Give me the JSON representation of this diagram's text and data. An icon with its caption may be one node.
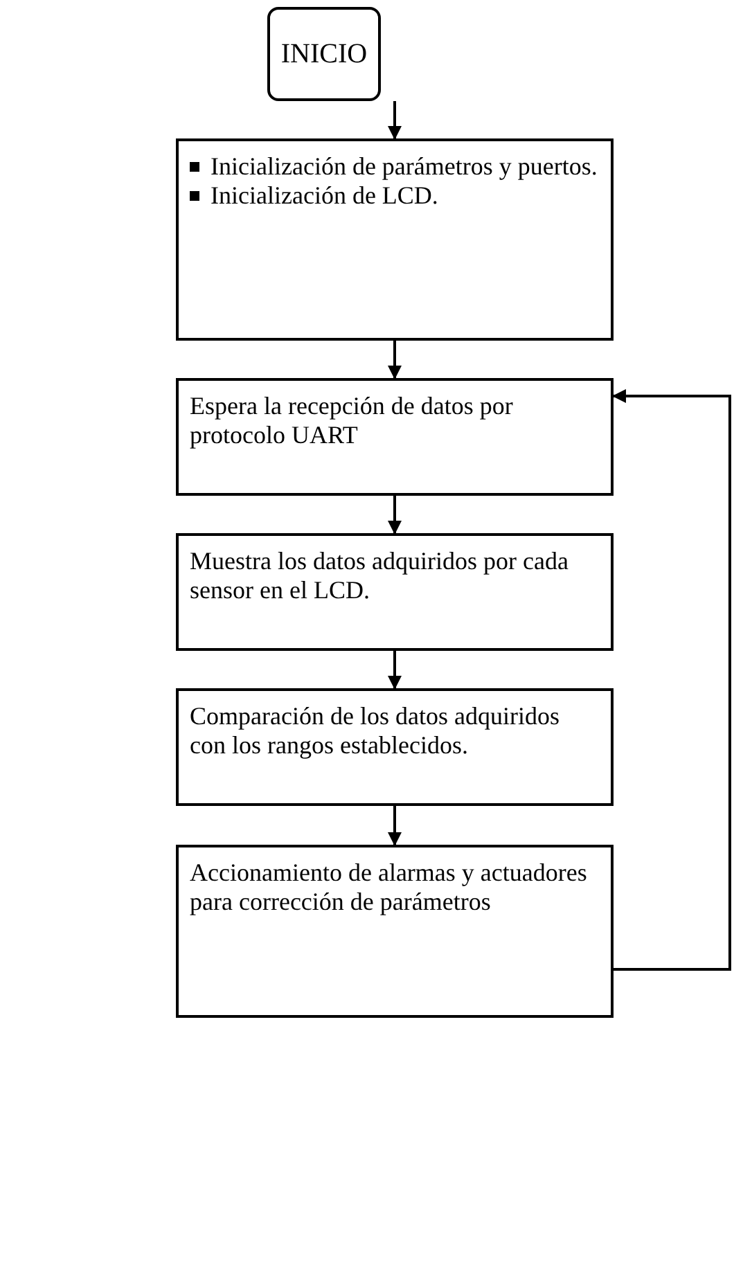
{
  "diagram": {
    "nodes": [
      {
        "text": [
          "INICIO"
        ]
      },
      {
        "text": [
          "Inicialización de parámetros y puertos.",
          "Inicialización de LCD."
        ]
      },
      {
        "text": [
          "Espera la recepción de datos por protocolo UART"
        ]
      },
      {
        "text": [
          "Muestra los datos adquiridos por cada sensor en el LCD."
        ]
      },
      {
        "text": [
          "Comparación de los datos adquiridos con los rangos establecidos."
        ]
      },
      {
        "text": [
          "Accionamiento de alarmas y actuadores para corrección de parámetros"
        ]
      }
    ],
    "edges": [
      {
        "from": 0,
        "to": 1,
        "arrow": "to"
      },
      {
        "from": 1,
        "to": 2,
        "arrow": "to"
      },
      {
        "from": 2,
        "to": 3,
        "arrow": "to"
      },
      {
        "from": 3,
        "to": 4,
        "arrow": "to"
      },
      {
        "from": 4,
        "to": 5,
        "arrow": "to"
      },
      {
        "from": 5,
        "to": 2,
        "arrow": "to"
      }
    ]
  }
}
